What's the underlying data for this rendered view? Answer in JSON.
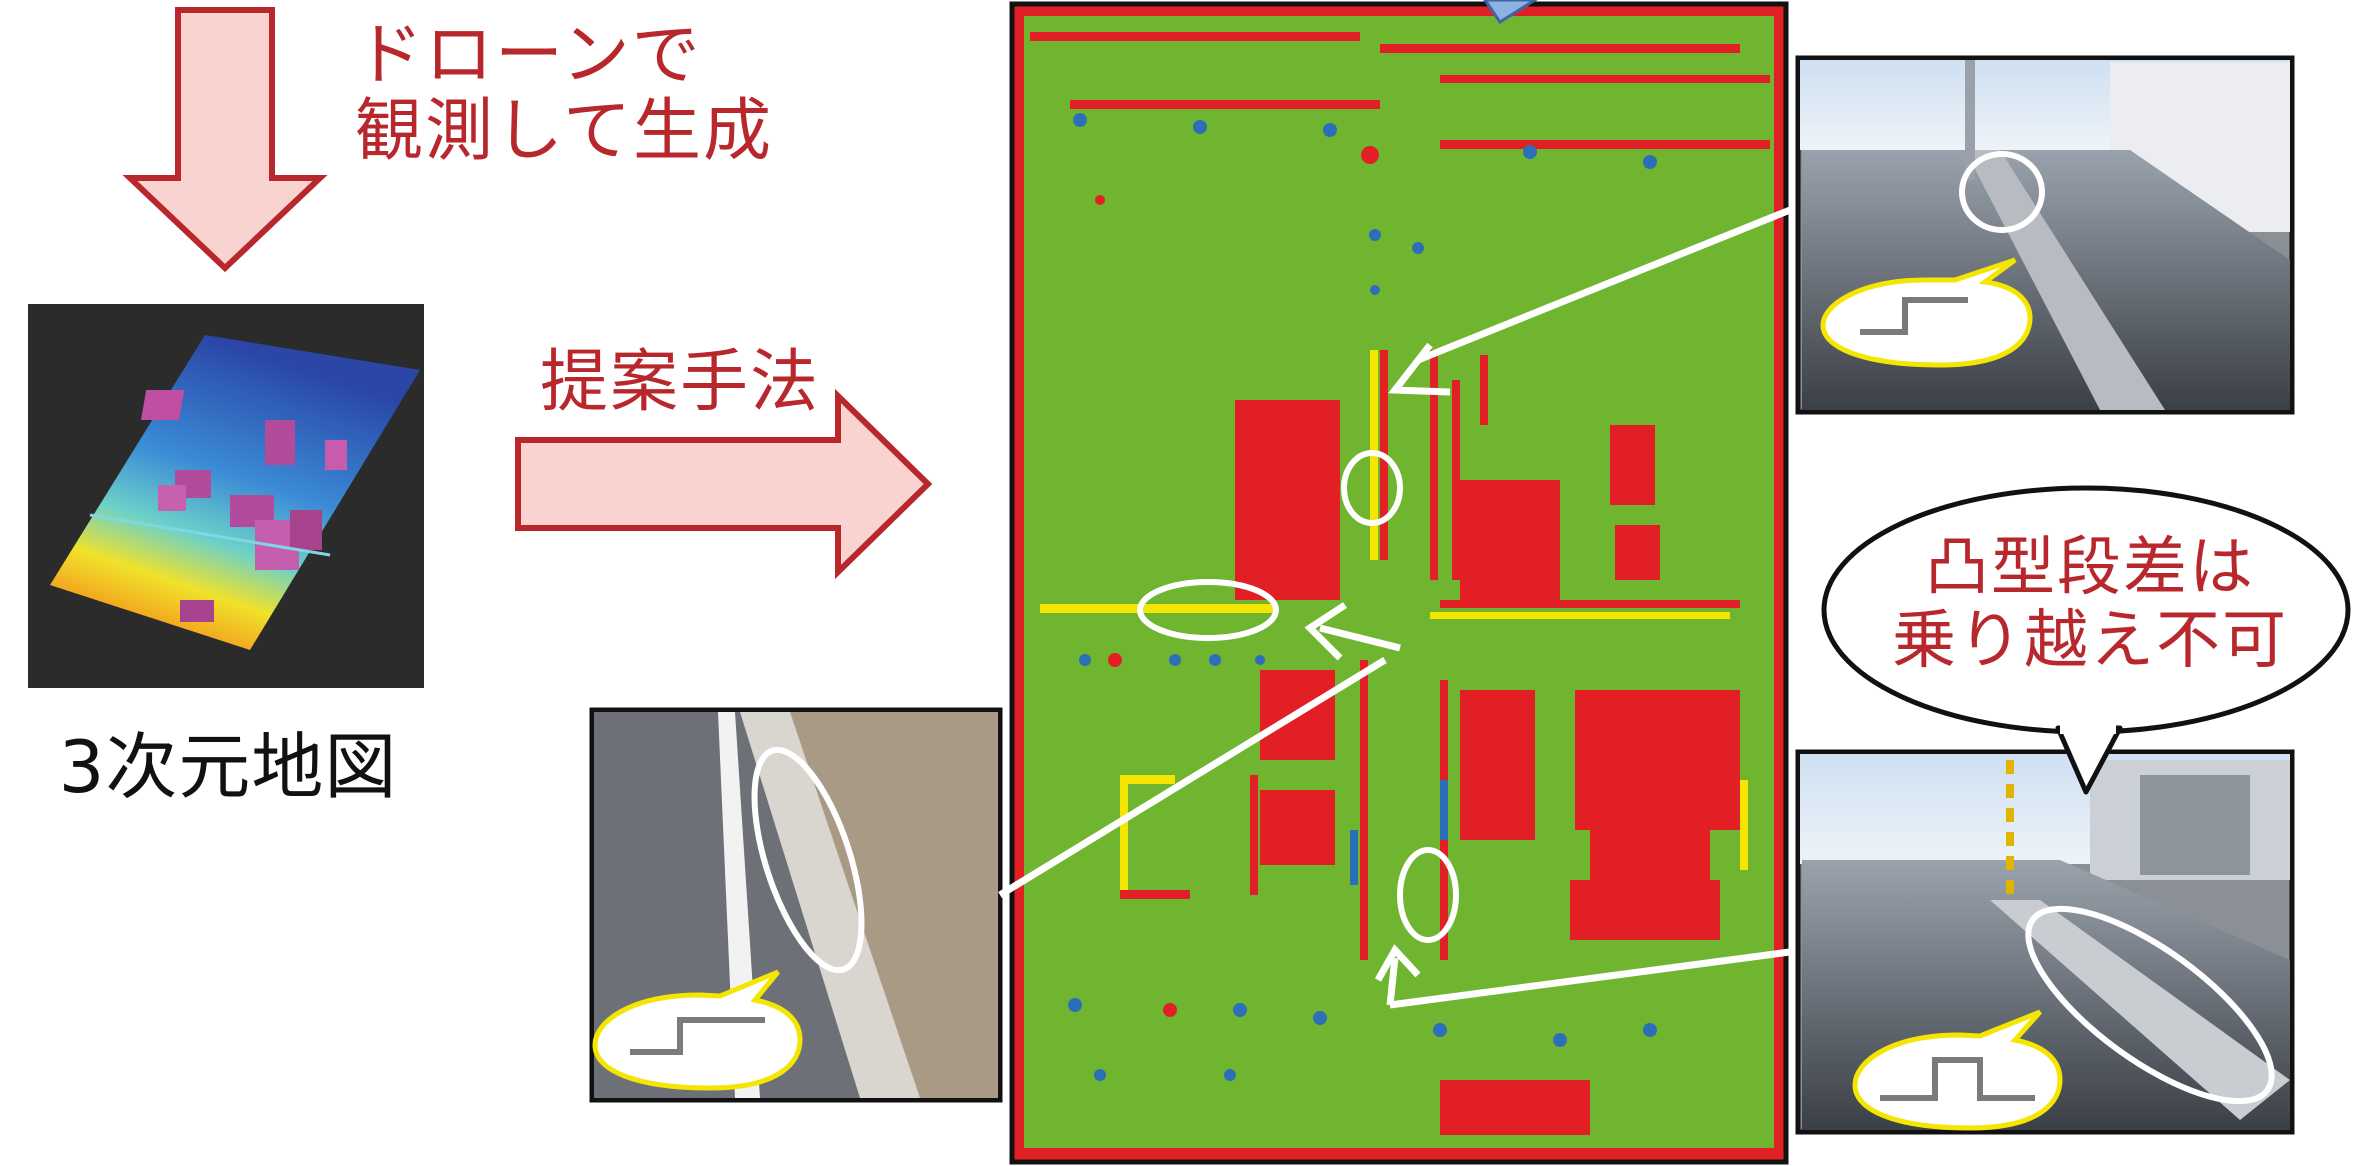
{
  "flow": {
    "drone_step": [
      "ドローンで",
      "観測して生成"
    ],
    "proposed_step": "提案手法"
  },
  "map3d": {
    "label": "3次元地図"
  },
  "callout": {
    "lines": [
      "凸型段差は",
      "乗り越え不可"
    ]
  },
  "step_icons": [
    "step-profile-icon",
    "convex-step-profile-icon"
  ],
  "colors": {
    "accent_red": "#b8272c",
    "arrow_fill": "#f8d3d0",
    "map_green": "#6fb52f",
    "map_red": "#e31f26",
    "map_yellow": "#f4e600",
    "map_blue": "#2c6fb8"
  }
}
